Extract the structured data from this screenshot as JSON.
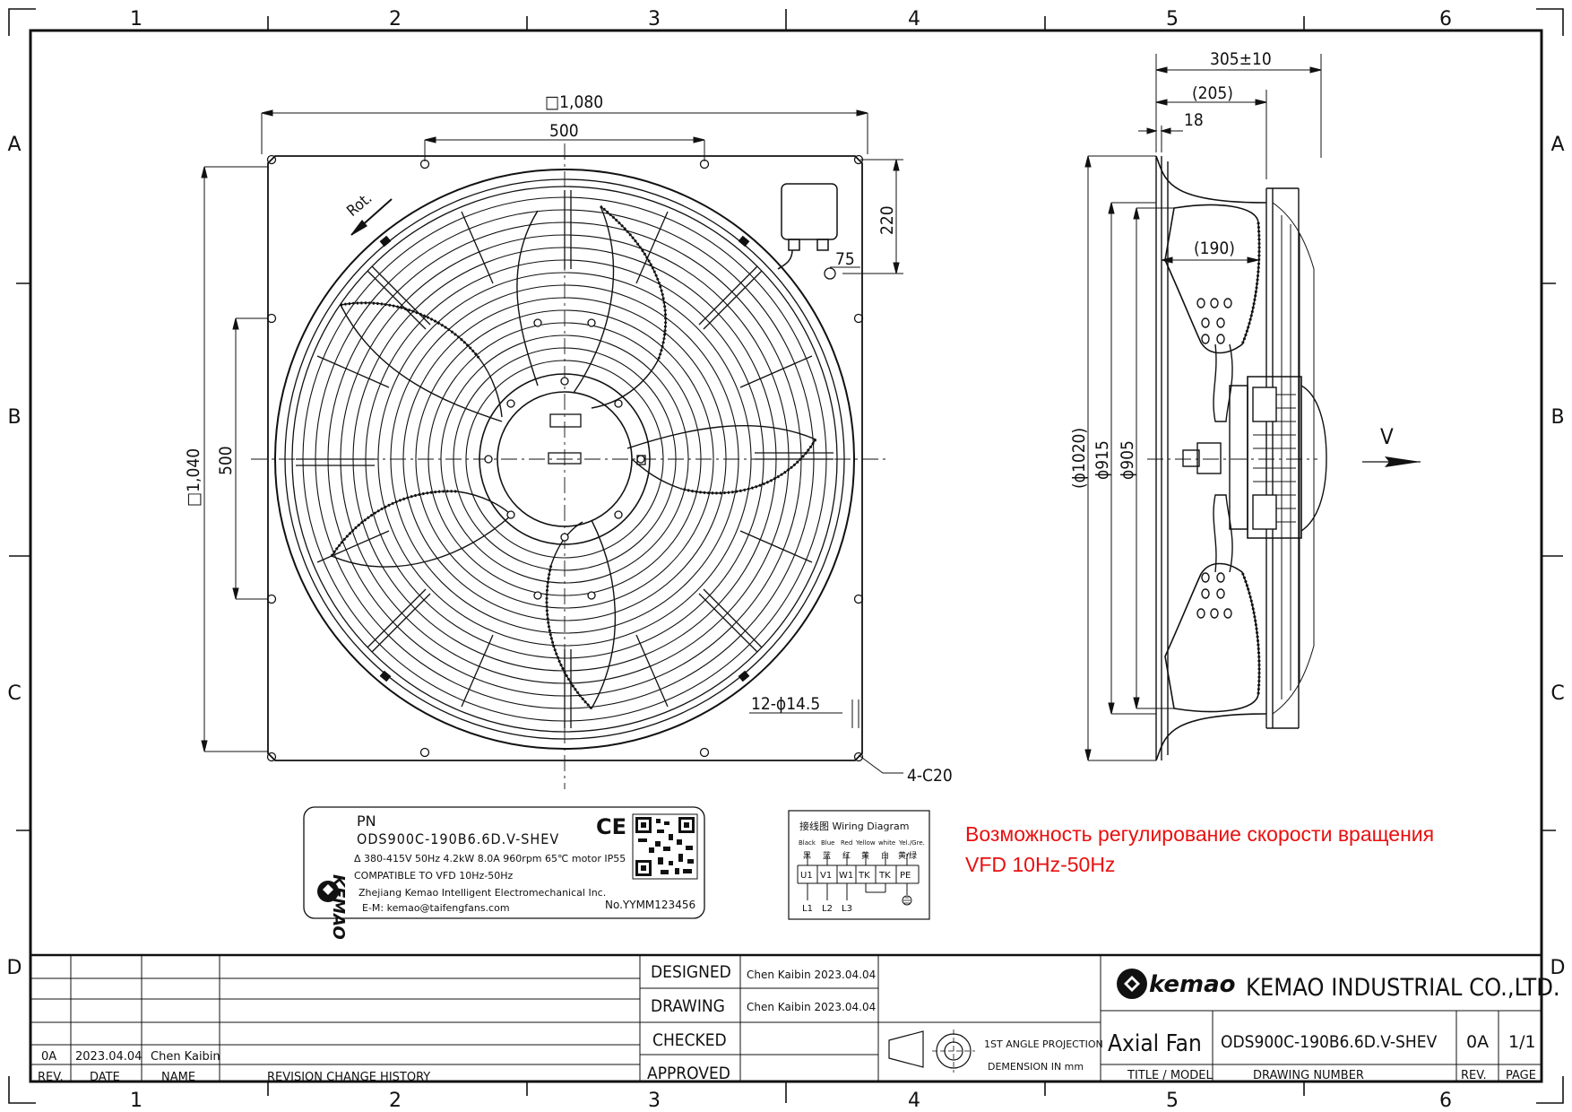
{
  "frame": {
    "columns": [
      "1",
      "2",
      "3",
      "4",
      "5",
      "6"
    ],
    "rows": [
      "A",
      "B",
      "C",
      "D"
    ]
  },
  "front_view": {
    "dims": {
      "width_outer": "□1,080",
      "hole_spacing_top": "500",
      "height_outer": "□1,040",
      "hole_spacing_left": "500",
      "box_offset": "220",
      "box_hole": "75",
      "holes": "12-ϕ14.5",
      "chamfer": "4-C20"
    },
    "rotation_label": "Rot."
  },
  "side_view": {
    "dims": {
      "depth_total": "305±10",
      "depth_inner": "(205)",
      "flange": "18",
      "hub": "(190)",
      "d1": "(ϕ1020)",
      "d2": "ϕ915",
      "d3": "ϕ905",
      "airflow": "V"
    }
  },
  "nameplate": {
    "pn_label": "PN",
    "model": "ODS900C-190B6.6D.V-SHEV",
    "spec": "Δ 380-415V 50Hz 4.2kW 8.0A 960rpm 65℃ motor IP55",
    "vfd": "COMPATIBLE TO VFD 10Hz-50Hz",
    "company": "Zhejiang Kemao Intelligent Electromechanical Inc.",
    "email": "E-M: kemao@taifengfans.com",
    "serial": "No.YYMM123456",
    "ce": "CE",
    "brand": "KEMAO"
  },
  "wiring": {
    "title": "接线图 Wiring Diagram",
    "colors_en": [
      "Black",
      "Blue",
      "Red",
      "Yellow",
      "white",
      "Yel./Gre."
    ],
    "colors_cn": [
      "黑",
      "蓝",
      "红",
      "黄",
      "白",
      "黄/绿"
    ],
    "terminals": [
      "U1",
      "V1",
      "W1",
      "TK",
      "TK",
      "PE"
    ],
    "lines": [
      "L1",
      "L2",
      "L3"
    ]
  },
  "note": {
    "line1": "Возможность регулирование скорости вращения",
    "line2": "VFD 10Hz-50Hz"
  },
  "title_block": {
    "rev_row": {
      "rev": "0A",
      "date": "2023.04.04",
      "name": "Chen Kaibin"
    },
    "headers": {
      "rev": "REV.",
      "date": "DATE",
      "name": "NAME",
      "history": "REVISION CHANGE HISTORY"
    },
    "roles": {
      "designed": "DESIGNED",
      "drawing": "DRAWING",
      "checked": "CHECKED",
      "approved": "APPROVED",
      "designed_by": "Chen Kaibin 2023.04.04",
      "drawn_by": "Chen Kaibin 2023.04.04"
    },
    "projection": {
      "line1": "1ST ANGLE PROJECTION",
      "line2": "DEMENSION IN mm"
    },
    "company": "KEMAO INDUSTRIAL CO.,LTD.",
    "logo_text": "kemao",
    "title": "Axial Fan",
    "drawing_number": "ODS900C-190B6.6D.V-SHEV",
    "rev": "0A",
    "page": "1/1",
    "labels": {
      "title_model": "TITLE / MODEL",
      "drawing_number": "DRAWING NUMBER",
      "rev": "REV.",
      "page": "PAGE"
    }
  }
}
